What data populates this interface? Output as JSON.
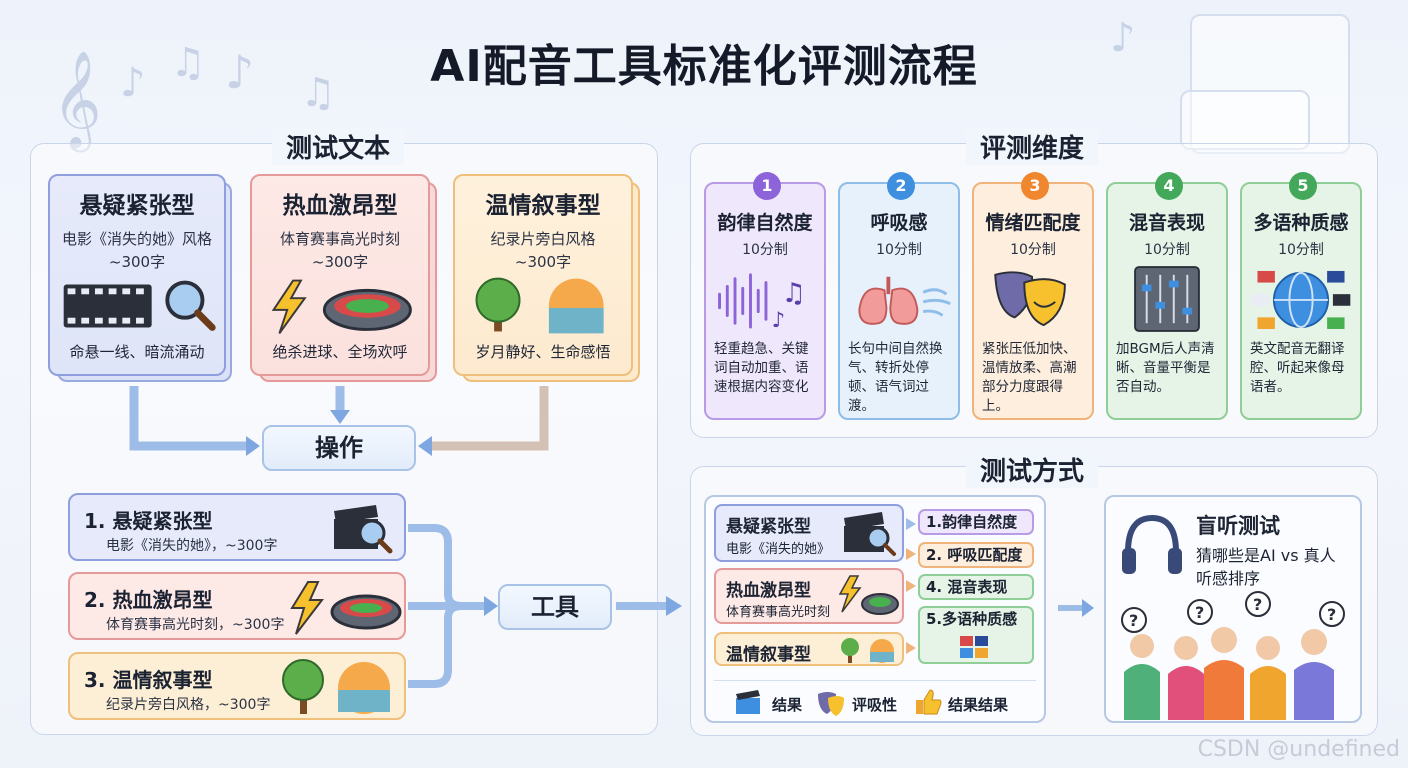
{
  "title": "AI配音工具标准化评测流程",
  "sections": {
    "test_text": "测试文本",
    "dimensions": "评测维度",
    "test_method": "测试方式"
  },
  "categories": [
    {
      "name": "悬疑紧张型",
      "desc": "电影《消失的她》风格",
      "length": "~300字",
      "tag": "命悬一线、暗流涌动"
    },
    {
      "name": "热血激昂型",
      "desc": "体育赛事高光时刻",
      "length": "~300字",
      "tag": "绝杀进球、全场欢呼"
    },
    {
      "name": "温情叙事型",
      "desc": "纪录片旁白风格",
      "length": "~300字",
      "tag": "岁月静好、生命感悟"
    }
  ],
  "operate_label": "操作",
  "tool_label": "工具",
  "list": [
    {
      "name": "1. 悬疑紧张型",
      "desc": "电影《消失的她》，~300字"
    },
    {
      "name": "2. 热血激昂型",
      "desc": "体育赛事高光时刻，~300字"
    },
    {
      "name": "3. 温情叙事型",
      "desc": "纪录片旁白风格，~300字"
    }
  ],
  "dimensions": [
    {
      "num": "1",
      "name": "韵律自然度",
      "score": "10分制",
      "desc": "轻重趋急、关键词自动加重、语速根据内容变化",
      "color": "#8c63d8"
    },
    {
      "num": "2",
      "name": "呼吸感",
      "score": "10分制",
      "desc": "长句中间自然换气、转折处停顿、语气词过渡。",
      "color": "#3f8fe0"
    },
    {
      "num": "3",
      "name": "情绪匹配度",
      "score": "10分制",
      "desc": "紧张压低加快、温情放柔、高潮部分力度跟得上。",
      "color": "#f0862e"
    },
    {
      "num": "4",
      "name": "混音表现",
      "score": "10分制",
      "desc": "加BGM后人声清晰、音量平衡是否自动。",
      "color": "#43a85a"
    },
    {
      "num": "5",
      "name": "多语种质感",
      "score": "10分制",
      "desc": "英文配音无翻译腔、听起来像母语者。",
      "color": "#43a85a"
    }
  ],
  "test_method": {
    "rows": [
      {
        "name": "悬疑紧张型",
        "desc": "电影《消失的她》"
      },
      {
        "name": "热血激昂型",
        "desc": "体育赛事高光时刻"
      },
      {
        "name": "温情叙事型",
        "desc": ""
      }
    ],
    "chips": [
      "1.韵律自然度",
      "2. 呼吸匹配度",
      "4. 混音表现",
      "5.多语种质感"
    ],
    "footer": [
      "结果",
      "评吸性",
      "结果结果"
    ],
    "blind_title": "盲听测试",
    "blind_desc_1": "猜哪些是AI vs 真人",
    "blind_desc_2": "听感排序"
  },
  "watermark": "CSDN @undefined"
}
